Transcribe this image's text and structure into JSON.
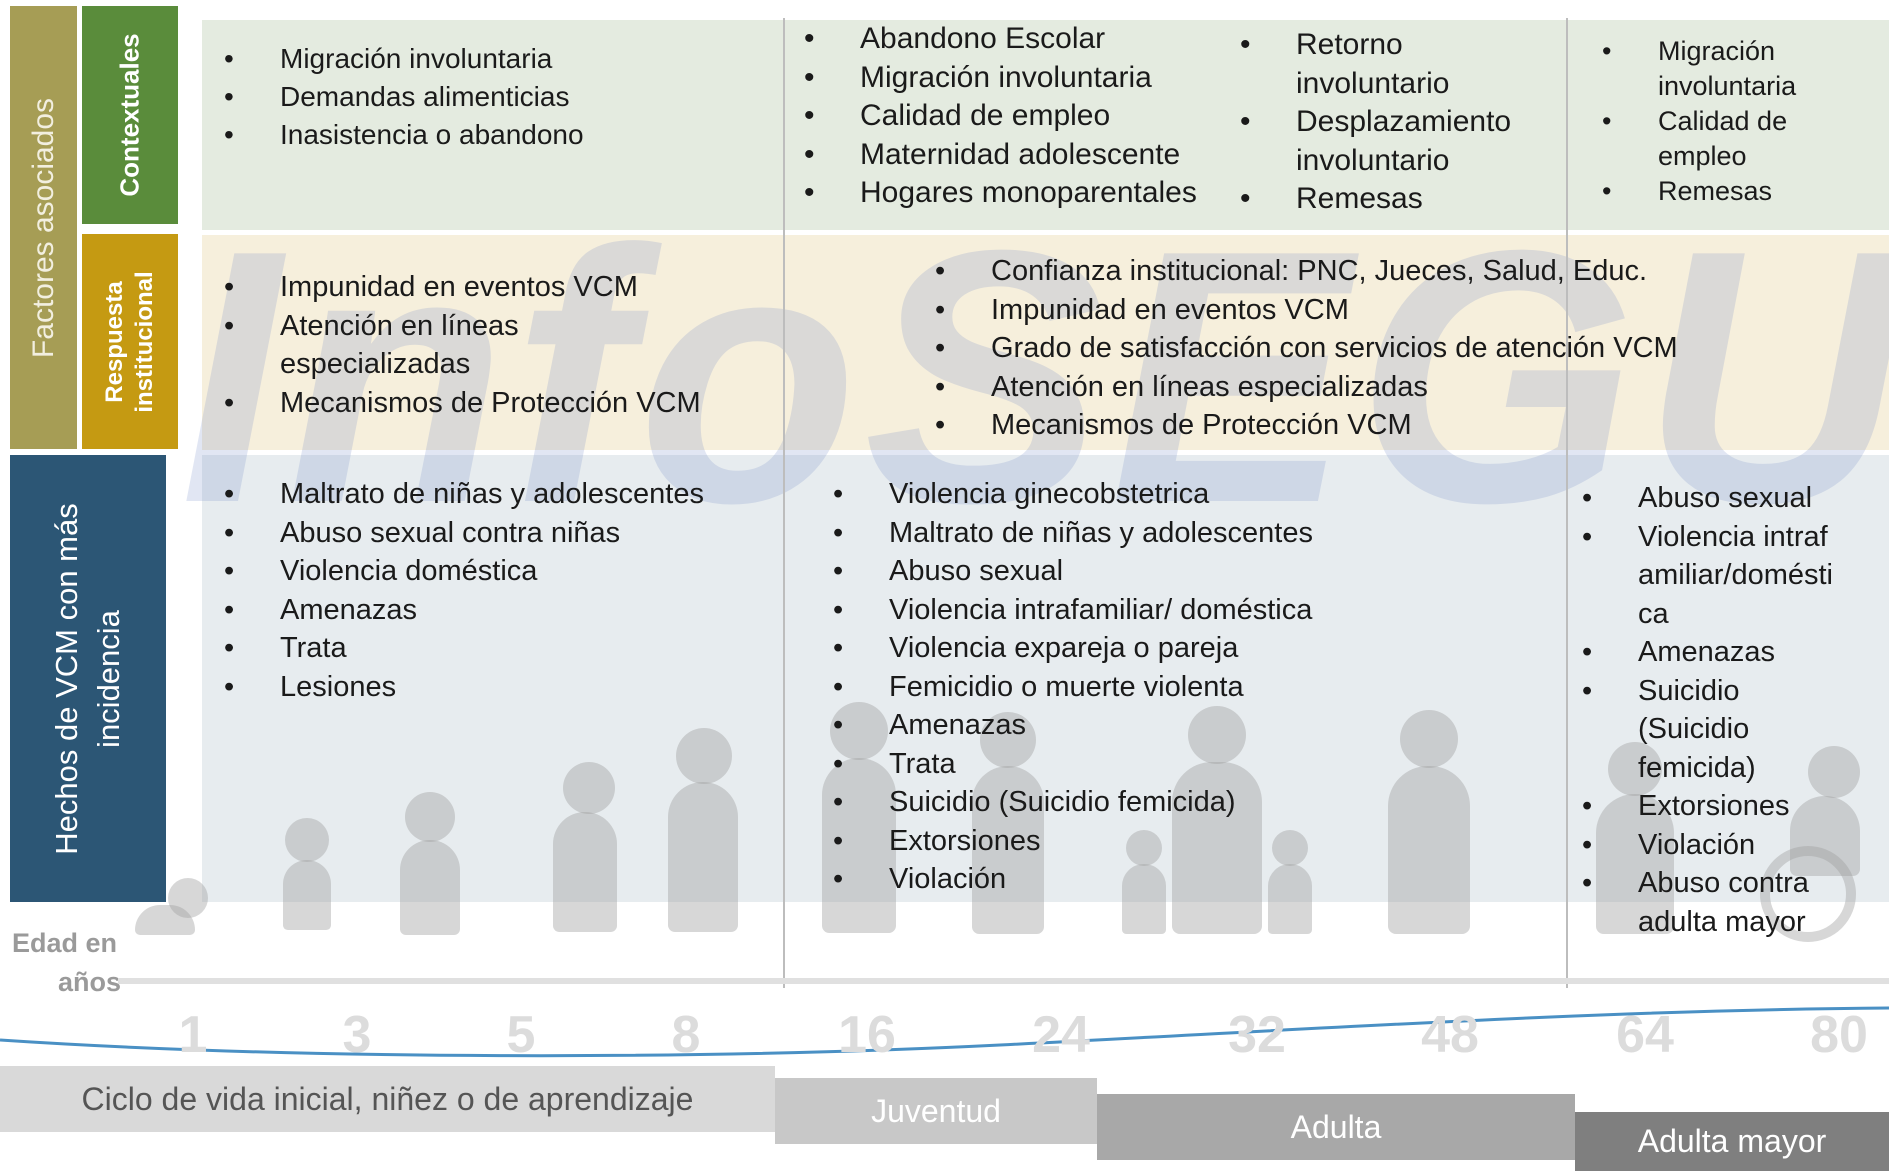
{
  "labels": {
    "factores": "Factores asociados",
    "contextuales": "Contextuales",
    "respuesta_line1": "Respuesta",
    "respuesta_line2": "institucional",
    "hechos_line1": "Hechos de VCM con más",
    "hechos_line2": "incidencia",
    "edad_line1": "Edad en",
    "edad_line2": "años"
  },
  "watermark": "InfoSEGURA",
  "contextuales": {
    "col1": [
      "Migración involuntaria",
      "Demandas alimenticias",
      "Inasistencia o abandono"
    ],
    "col2a": [
      "Abandono Escolar",
      "Migración involuntaria",
      "Calidad de empleo",
      "Maternidad adolescente",
      "Hogares monoparentales"
    ],
    "col2b": [
      "Retorno involuntario",
      "Desplazamiento involuntario",
      "Remesas"
    ],
    "col3": [
      "Migración involuntaria",
      "Calidad de empleo",
      "Remesas"
    ]
  },
  "respuesta": {
    "col1": [
      "Impunidad en eventos VCM",
      "Atención en líneas especializadas",
      "Mecanismos de Protección VCM"
    ],
    "col2": [
      "Confianza institucional: PNC, Jueces, Salud, Educ.",
      "Impunidad en eventos VCM",
      "Grado de satisfacción con servicios de atención VCM",
      "Atención en líneas especializadas",
      "Mecanismos de Protección VCM"
    ]
  },
  "hechos": {
    "col1": [
      "Maltrato de niñas y adolescentes",
      "Abuso sexual contra niñas",
      "Violencia doméstica",
      "Amenazas",
      "Trata",
      "Lesiones"
    ],
    "col2": [
      "Violencia ginecobstetrica",
      "Maltrato de niñas y adolescentes",
      "Abuso sexual",
      "Violencia intrafamiliar/ doméstica",
      "Violencia expareja o pareja",
      "Femicidio o muerte violenta",
      "Amenazas",
      "Trata",
      "Suicidio (Suicidio femicida)",
      "Extorsiones",
      "Violación"
    ],
    "col3": [
      "Abuso sexual",
      "Violencia intrafamiliar/doméstica",
      "Amenazas",
      "Suicidio (Suicidio femicida)",
      "Extorsiones",
      "Violación",
      "Abuso contra adulta mayor"
    ]
  },
  "ages": [
    "1",
    "3",
    "5",
    "8",
    "16",
    "24",
    "32",
    "48",
    "64",
    "80"
  ],
  "stages": [
    "Ciclo de vida inicial, niñez o de aprendizaje",
    "Juventud",
    "Adulta",
    "Adulta mayor"
  ],
  "colors": {
    "factores": "#a69d55",
    "contextuales": "#5a8c3b",
    "respuesta": "#c59a12",
    "hechos": "#2c5675",
    "band_green": "#e4ebe0",
    "band_yellow": "#f6efdc",
    "band_blue": "#e7ecef"
  },
  "icons": [
    "baby-crawling-icon",
    "toddler-icon",
    "girl-hoop-icon",
    "girl-backpack-icon",
    "girl-phone-icon",
    "graduate-icon",
    "young-woman-icon",
    "mother-children-icon",
    "adult-woman-icon",
    "elderly-woman-icon",
    "wheelchair-woman-icon"
  ]
}
